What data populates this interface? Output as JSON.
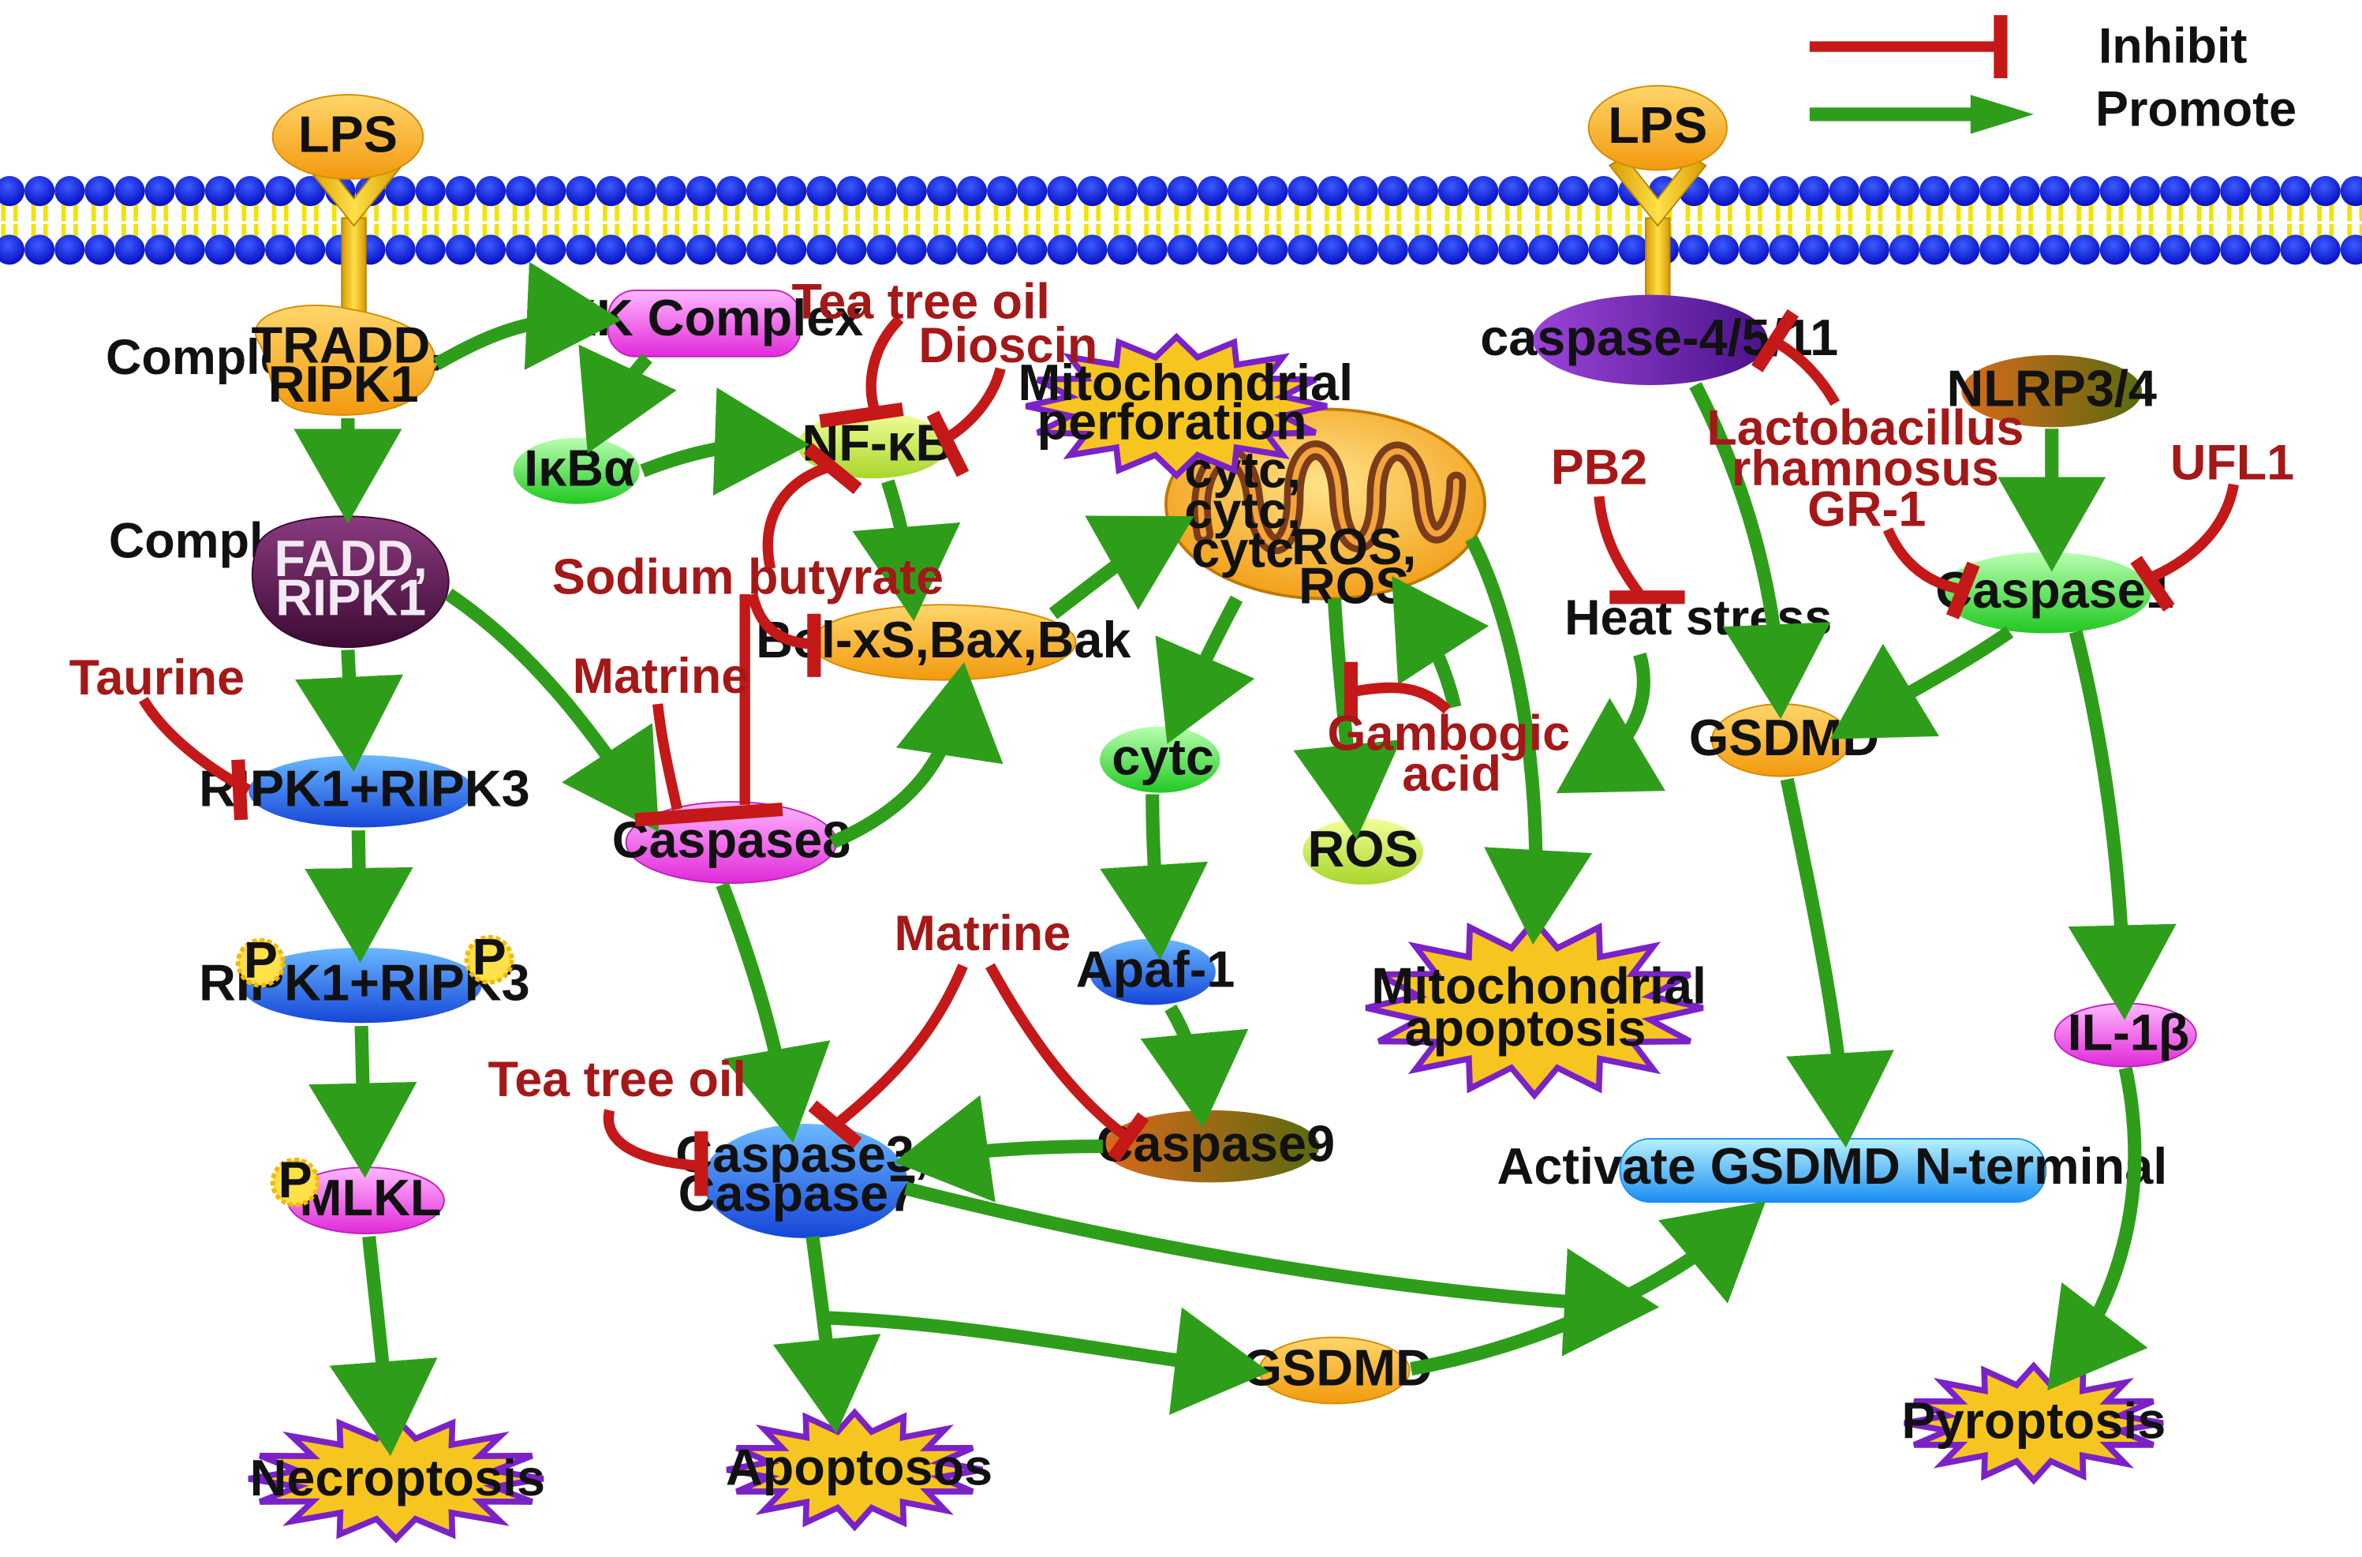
{
  "legend": {
    "inhibit": "Inhibit",
    "promote": "Promote"
  },
  "membrane": {
    "receptor_left": "LPS",
    "receptor_right": "LPS"
  },
  "complex_labels": {
    "complex1": "Complex I",
    "complex2": "Complex II"
  },
  "nodes": {
    "tradd": [
      "TRADD,",
      "RIPK1"
    ],
    "fadd": [
      "FADD,",
      "RIPK1"
    ],
    "ripk13_a": "RIPK1+RIPK3",
    "ripk13_b": "RIPK1+RIPK3",
    "mlkl": "MLKL",
    "ikk": "IKK Complex",
    "ikba": "IκBα",
    "nfkb": "NF-κB",
    "bcl": "Bcl-xS,Bax,Bak",
    "caspase8": "Caspase8",
    "caspase37": [
      "Caspase3,",
      "Caspase7"
    ],
    "caspase9": "Caspase9",
    "apaf1": "Apaf-1",
    "cytc": "cytc",
    "ros": "ROS",
    "mito_inner": [
      "cytc,",
      "cytc,",
      "cytc",
      "ROS,",
      "ROS"
    ],
    "gsdmd_bottom": "GSDMD",
    "gsdmd_right": "GSDMD",
    "caspase4511": "caspase-4/5/11",
    "nlrp": "NLRP3/4",
    "caspase1": "Caspase1",
    "il1b": "IL-1β",
    "gsdmd_nterm": "Activate GSDMD N-terminal",
    "heat": "Heat stress",
    "phospho": "P"
  },
  "outcomes": {
    "necroptosis": "Necroptosis",
    "apoptosis": "Apoptosos",
    "mito_apoptosis": [
      "Mitochondrial",
      "apoptosis"
    ],
    "mito_perforation": [
      "Mitochondrial",
      "perforation"
    ],
    "pyroptosis": "Pyroptosis"
  },
  "inhibitors": {
    "taurine": "Taurine",
    "tea_tree_oil_top": "Tea tree oil",
    "dioscin": "Dioscin",
    "sodium_butyrate": "Sodium butyrate",
    "matrine_top": "Matrine",
    "matrine_mid": "Matrine",
    "tea_tree_oil_bottom": "Tea tree oil",
    "gambogic_acid": [
      "Gambogic",
      "acid"
    ],
    "pb2": "PB2",
    "lactobacillus": [
      "Lactobacillus",
      "rhamnosus",
      "GR-1"
    ],
    "ufl1": "UFL1"
  },
  "colors": {
    "promote": "#2e9e1a",
    "inhibit": "#c51818",
    "inhibitor_text": "#a51818",
    "membrane_head": "#1a28e8",
    "membrane_tail": "#f2e300",
    "receptor": "#ffc20d",
    "star_fill": "#f7c51f",
    "star_edge": "#7a22c8"
  }
}
